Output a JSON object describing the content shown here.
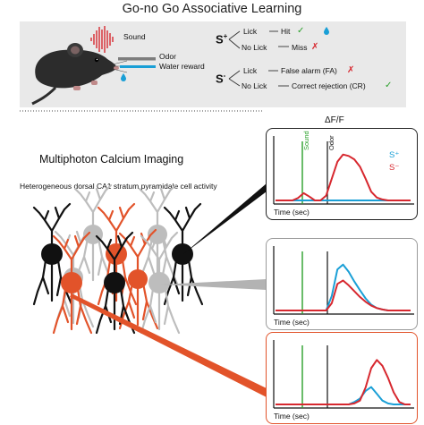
{
  "title": "Go-no Go Associative Learning",
  "task": {
    "stimuli": {
      "sound": "Sound",
      "odor": "Odor",
      "water": "Water reward"
    },
    "splus": {
      "symbol": "S",
      "sign": "+",
      "lick": "Lick",
      "nolick": "No Lick",
      "hit": "Hit",
      "miss": "Miss",
      "check": "✓",
      "cross": "✗"
    },
    "sminus": {
      "symbol": "S",
      "sign": "-",
      "lick": "Lick",
      "nolick": "No Lick",
      "fa": "False alarm (FA)",
      "cr": "Correct rejection (CR)",
      "check": "✓",
      "cross": "✗"
    }
  },
  "imaging": {
    "title": "Multiphoton Calcium Imaging",
    "subtitle": "Heterogeneous dorsal CA1 stratum pyramidale cell activity"
  },
  "traces": {
    "df_label": "ΔF/F",
    "sound_label": "Sound",
    "odor_label": "Odor",
    "xlabel": "Time (sec)",
    "legend": {
      "splus": "S⁺",
      "sminus": "S⁻"
    }
  },
  "chart_data": [
    {
      "type": "line",
      "xlabel": "Time (sec)",
      "annotations": [
        "Sound",
        "Odor"
      ],
      "series": [
        {
          "name": "S⁺",
          "color": "#1a9fd6",
          "values": [
            0,
            0,
            0,
            0,
            0,
            0,
            0,
            0,
            0,
            0,
            0,
            0,
            0,
            0,
            0,
            0,
            0,
            0,
            0,
            0,
            0,
            0,
            0,
            0,
            0
          ]
        },
        {
          "name": "S⁻",
          "color": "#d7282f",
          "values": [
            0,
            0,
            0,
            0,
            0.05,
            0.15,
            0.08,
            0,
            0,
            0.1,
            0.45,
            0.8,
            0.95,
            0.92,
            0.85,
            0.7,
            0.45,
            0.18,
            0.06,
            0.02,
            0,
            0,
            0,
            0,
            0
          ]
        }
      ],
      "color_accent": "#2aa02a"
    },
    {
      "type": "line",
      "xlabel": "Time (sec)",
      "series": [
        {
          "name": "S⁺",
          "color": "#1a9fd6",
          "values": [
            0,
            0,
            0,
            0,
            0,
            0,
            0,
            0,
            0,
            0,
            0.3,
            0.85,
            0.95,
            0.8,
            0.6,
            0.42,
            0.25,
            0.12,
            0.05,
            0.02,
            0,
            0,
            0,
            0,
            0
          ]
        },
        {
          "name": "S⁻",
          "color": "#d7282f",
          "values": [
            0,
            0,
            0,
            0,
            0,
            0,
            0,
            0,
            0,
            0,
            0.15,
            0.55,
            0.62,
            0.52,
            0.4,
            0.28,
            0.18,
            0.1,
            0.05,
            0.02,
            0,
            0,
            0,
            0,
            0
          ]
        }
      ]
    },
    {
      "type": "line",
      "xlabel": "Time (sec)",
      "series": [
        {
          "name": "S⁺",
          "color": "#1a9fd6",
          "values": [
            0,
            0,
            0,
            0,
            0,
            0,
            0,
            0,
            0,
            0,
            0,
            0,
            0,
            0,
            0.05,
            0.12,
            0.28,
            0.36,
            0.22,
            0.08,
            0.02,
            0,
            0,
            0,
            0
          ]
        },
        {
          "name": "S⁻",
          "color": "#d7282f",
          "values": [
            0,
            0,
            0,
            0,
            0,
            0,
            0,
            0,
            0,
            0,
            0,
            0,
            0,
            0,
            0.02,
            0.08,
            0.35,
            0.75,
            0.92,
            0.8,
            0.55,
            0.25,
            0.05,
            0,
            0
          ]
        }
      ]
    }
  ]
}
